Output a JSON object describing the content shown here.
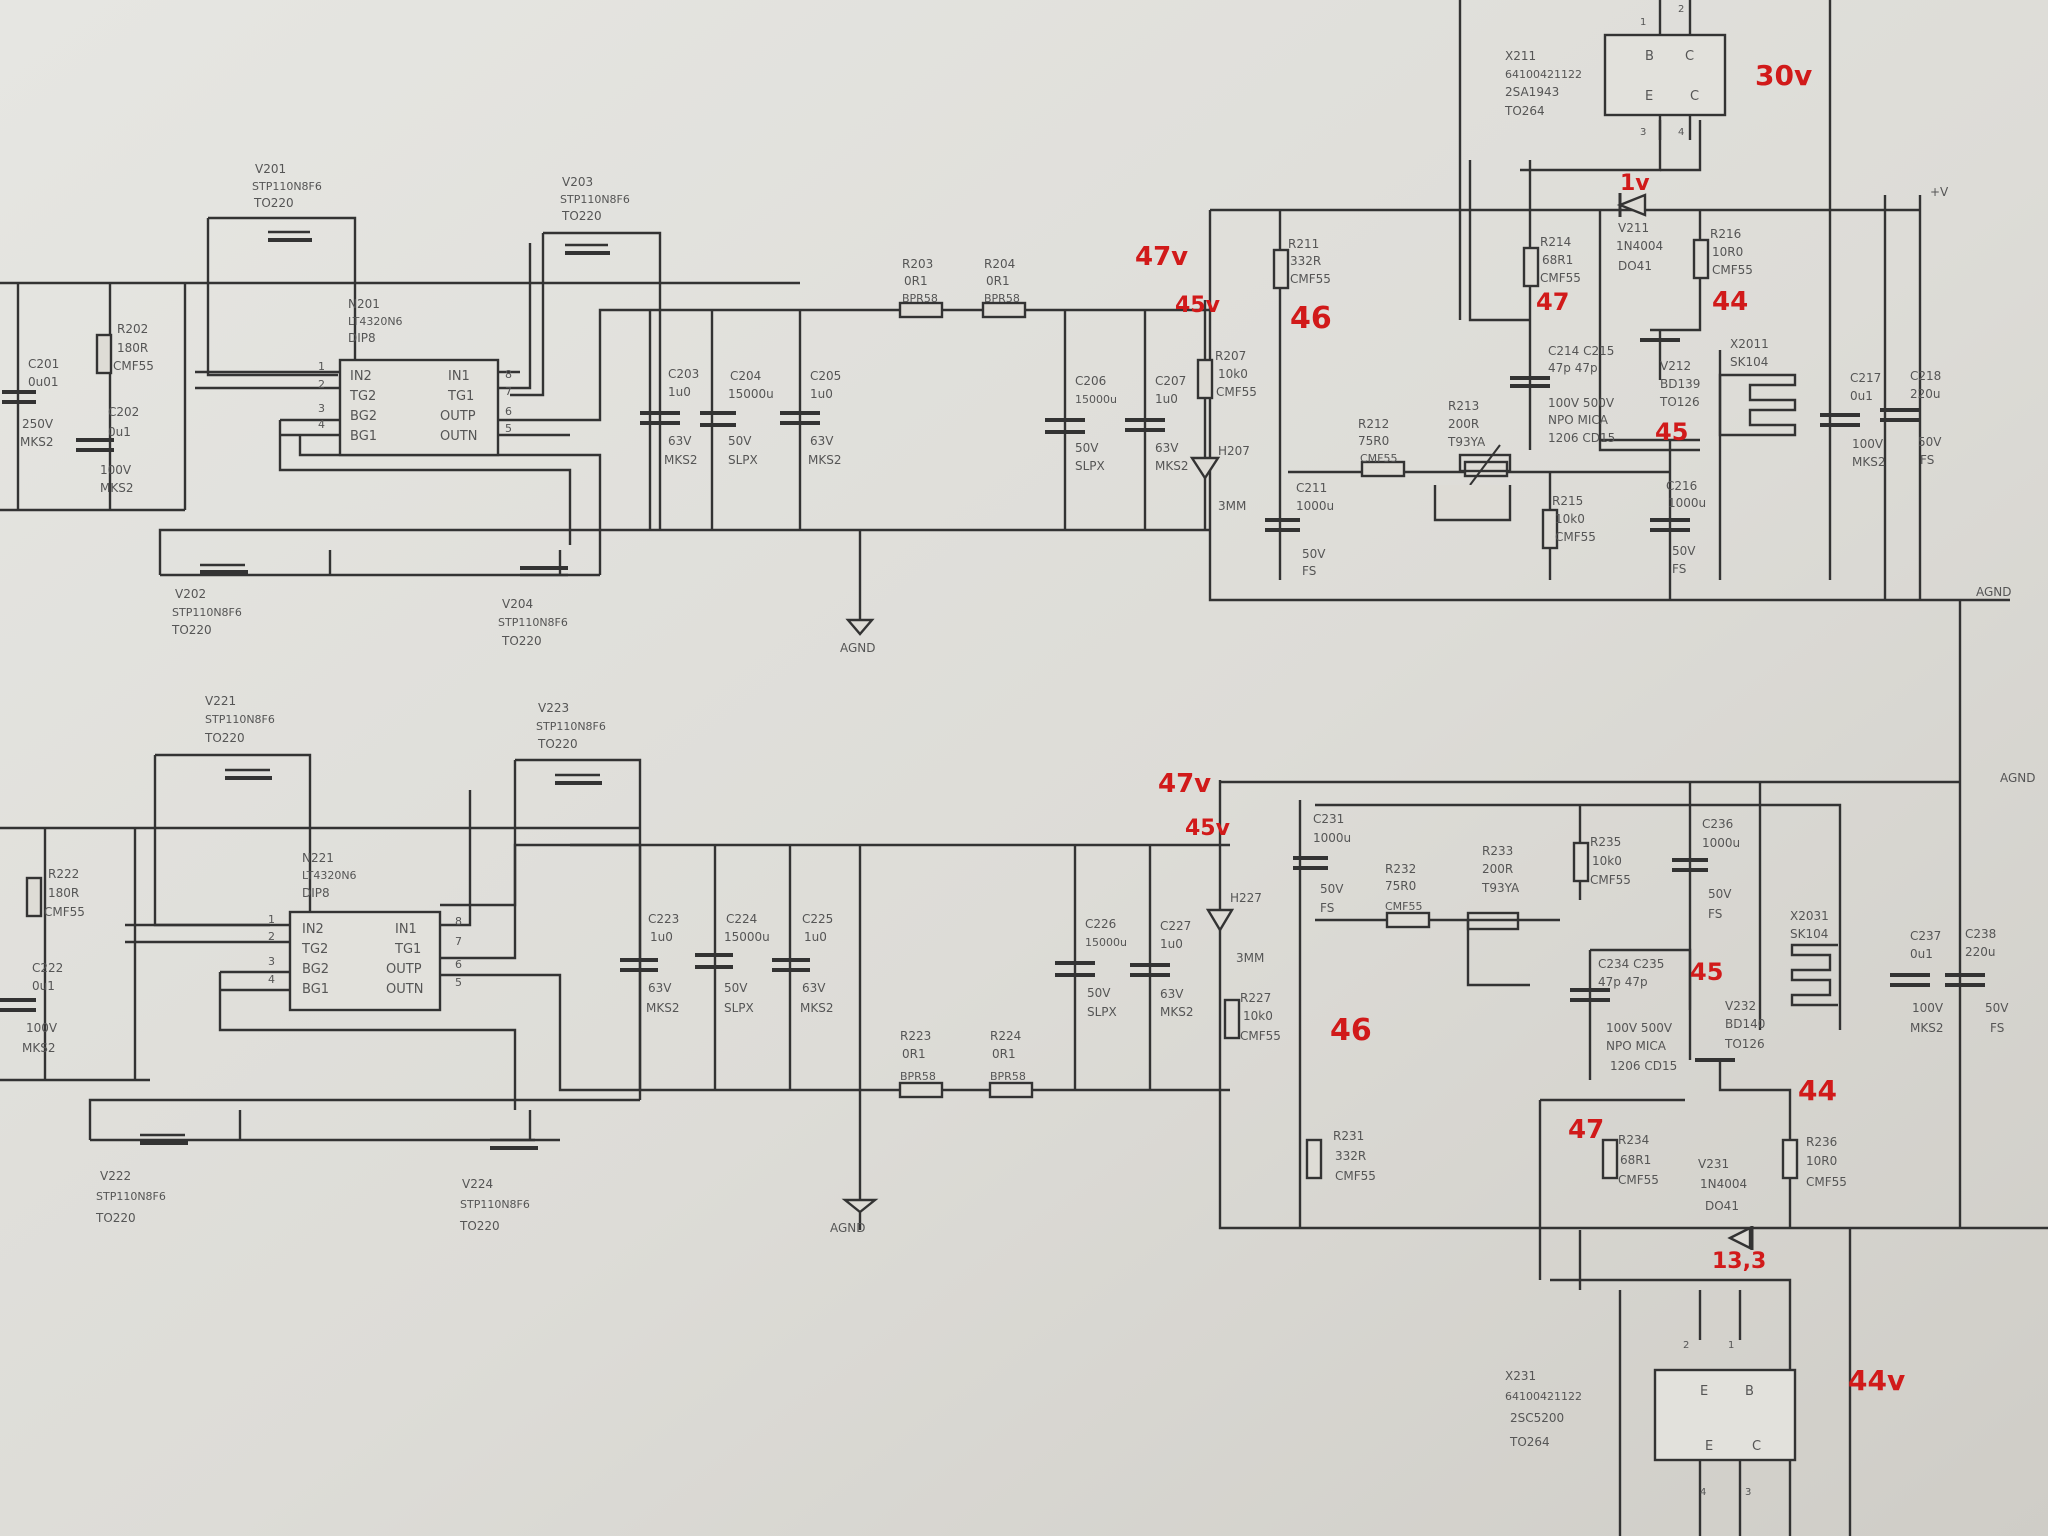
{
  "net_labels": {
    "agnd": "AGND",
    "vplus": "+V"
  },
  "upper": {
    "v201": {
      "ref": "V201",
      "part": "STP110N8F6",
      "pkg": "TO220"
    },
    "v202": {
      "ref": "V202",
      "part": "STP110N8F6",
      "pkg": "TO220"
    },
    "v203": {
      "ref": "V203",
      "part": "STP110N8F6",
      "pkg": "TO220"
    },
    "v204": {
      "ref": "V204",
      "part": "STP110N8F6",
      "pkg": "TO220"
    },
    "n201": {
      "ref": "N201",
      "part": "LT4320N6",
      "pkg": "DIP8",
      "left_pins": [
        "IN2",
        "TG2",
        "BG2",
        "BG1"
      ],
      "right_pins": [
        "IN1",
        "TG1",
        "OUTP",
        "OUTN"
      ],
      "left_nums": [
        "1",
        "2",
        "3",
        "4"
      ],
      "right_nums": [
        "8",
        "7",
        "6",
        "5"
      ]
    },
    "c201": {
      "ref": "C201",
      "val": "0u01",
      "v": "250V",
      "t": "MKS2"
    },
    "r202": {
      "ref": "R202",
      "val": "180R",
      "t": "CMF55"
    },
    "c202": {
      "ref": "C202",
      "val": "0u1",
      "v": "100V",
      "t": "MKS2"
    },
    "c203": {
      "ref": "C203",
      "val": "1u0",
      "v": "63V",
      "t": "MKS2"
    },
    "c204": {
      "ref": "C204",
      "val": "15000u",
      "v": "50V",
      "t": "SLPX"
    },
    "c205": {
      "ref": "C205",
      "val": "1u0",
      "v": "63V",
      "t": "MKS2"
    },
    "r203": {
      "ref": "R203",
      "val": "0R1",
      "t": "BPR58"
    },
    "r204": {
      "ref": "R204",
      "val": "0R1",
      "t": "BPR58"
    },
    "c206": {
      "ref": "C206",
      "val": "15000u",
      "v": "50V",
      "t": "SLPX"
    },
    "c207": {
      "ref": "C207",
      "val": "1u0",
      "v": "63V",
      "t": "MKS2"
    },
    "r207": {
      "ref": "R207",
      "val": "10k0",
      "t": "CMF55"
    },
    "h207": {
      "ref": "H207",
      "t": "3MM"
    },
    "r211": {
      "ref": "R211",
      "val": "332R",
      "t": "CMF55"
    },
    "c211": {
      "ref": "C211",
      "val": "1000u",
      "v": "50V",
      "t": "FS"
    },
    "r212": {
      "ref": "R212",
      "val": "75R0",
      "t": "CMF55"
    },
    "r213": {
      "ref": "R213",
      "val": "200R",
      "t": "T93YA"
    },
    "r214": {
      "ref": "R214",
      "val": "68R1",
      "t": "CMF55"
    },
    "c214": {
      "ref": "C214 C215",
      "val": "47p   47p",
      "v": "100V 500V",
      "t": "NPO MICA",
      "pkg": "1206 CD15"
    },
    "r215": {
      "ref": "R215",
      "val": "10k0",
      "t": "CMF55"
    },
    "v211": {
      "ref": "V211",
      "part": "1N4004",
      "pkg": "DO41"
    },
    "r216": {
      "ref": "R216",
      "val": "10R0",
      "t": "CMF55"
    },
    "v212": {
      "ref": "V212",
      "part": "BD139",
      "pkg": "TO126"
    },
    "x2011": {
      "ref": "X2011",
      "part": "SK104"
    },
    "c216": {
      "ref": "C216",
      "val": "1000u",
      "v": "50V",
      "t": "FS"
    },
    "c217": {
      "ref": "C217",
      "val": "0u1",
      "v": "100V",
      "t": "MKS2"
    },
    "c218": {
      "ref": "C218",
      "val": "220u",
      "v": "50V",
      "t": "FS"
    },
    "x211": {
      "ref": "X211",
      "num": "64100421122",
      "part": "2SA1943",
      "pkg": "TO264",
      "pins": [
        "B",
        "C",
        "E",
        "C"
      ],
      "pin_nums": [
        "1",
        "2",
        "3",
        "4"
      ]
    }
  },
  "lower": {
    "v221": {
      "ref": "V221",
      "part": "STP110N8F6",
      "pkg": "TO220"
    },
    "v222": {
      "ref": "V222",
      "part": "STP110N8F6",
      "pkg": "TO220"
    },
    "v223": {
      "ref": "V223",
      "part": "STP110N8F6",
      "pkg": "TO220"
    },
    "v224": {
      "ref": "V224",
      "part": "STP110N8F6",
      "pkg": "TO220"
    },
    "n221": {
      "ref": "N221",
      "part": "LT4320N6",
      "pkg": "DIP8",
      "left_pins": [
        "IN2",
        "TG2",
        "BG2",
        "BG1"
      ],
      "right_pins": [
        "IN1",
        "TG1",
        "OUTP",
        "OUTN"
      ],
      "left_nums": [
        "1",
        "2",
        "3",
        "4"
      ],
      "right_nums": [
        "8",
        "7",
        "6",
        "5"
      ]
    },
    "r222": {
      "ref": "R222",
      "val": "180R",
      "t": "CMF55"
    },
    "c222": {
      "ref": "C222",
      "val": "0u1",
      "v": "100V",
      "t": "MKS2"
    },
    "c223": {
      "ref": "C223",
      "val": "1u0",
      "v": "63V",
      "t": "MKS2"
    },
    "c224": {
      "ref": "C224",
      "val": "15000u",
      "v": "50V",
      "t": "SLPX"
    },
    "c225": {
      "ref": "C225",
      "val": "1u0",
      "v": "63V",
      "t": "MKS2"
    },
    "r223": {
      "ref": "R223",
      "val": "0R1",
      "t": "BPR58"
    },
    "r224": {
      "ref": "R224",
      "val": "0R1",
      "t": "BPR58"
    },
    "c226": {
      "ref": "C226",
      "val": "15000u",
      "v": "50V",
      "t": "SLPX"
    },
    "c227": {
      "ref": "C227",
      "val": "1u0",
      "v": "63V",
      "t": "MKS2"
    },
    "h227": {
      "ref": "H227",
      "t": "3MM"
    },
    "r227": {
      "ref": "R227",
      "val": "10k0",
      "t": "CMF55"
    },
    "c231": {
      "ref": "C231",
      "val": "1000u",
      "v": "50V",
      "t": "FS"
    },
    "r232": {
      "ref": "R232",
      "val": "75R0",
      "t": "CMF55"
    },
    "r233": {
      "ref": "R233",
      "val": "200R",
      "t": "T93YA"
    },
    "r235": {
      "ref": "R235",
      "val": "10k0",
      "t": "CMF55"
    },
    "c236": {
      "ref": "C236",
      "val": "1000u",
      "v": "50V",
      "t": "FS"
    },
    "x2031": {
      "ref": "X2031",
      "part": "SK104"
    },
    "c237": {
      "ref": "C237",
      "val": "0u1",
      "v": "100V",
      "t": "MKS2"
    },
    "c238": {
      "ref": "C238",
      "val": "220u",
      "v": "50V",
      "t": "FS"
    },
    "c234": {
      "ref": "C234 C235",
      "val": "47p   47p",
      "v": "100V 500V",
      "t": "NPO MICA",
      "pkg": "1206 CD15"
    },
    "v232": {
      "ref": "V232",
      "part": "BD140",
      "pkg": "TO126"
    },
    "r231": {
      "ref": "R231",
      "val": "332R",
      "t": "CMF55"
    },
    "r234": {
      "ref": "R234",
      "val": "68R1",
      "t": "CMF55"
    },
    "v231": {
      "ref": "V231",
      "part": "1N4004",
      "pkg": "DO41"
    },
    "r236": {
      "ref": "R236",
      "val": "10R0",
      "t": "CMF55"
    },
    "x231": {
      "ref": "X231",
      "num": "64100421122",
      "part": "2SC5200",
      "pkg": "TO264",
      "pins": [
        "E",
        "B",
        "E",
        "C"
      ],
      "pin_nums": [
        "2",
        "1",
        "4",
        "3"
      ]
    }
  },
  "annotations": {
    "u_47v": "47v",
    "u_45v": "45v",
    "u_46": "46",
    "u_47": "47",
    "u_44": "44",
    "u_45": "45",
    "u_1v": "1v",
    "u_30v": "30v",
    "l_47v": "47v",
    "l_45v": "45v",
    "l_46": "46",
    "l_45": "45",
    "l_47": "47",
    "l_44": "44",
    "l_133": "13,3",
    "l_44v": "44v"
  }
}
